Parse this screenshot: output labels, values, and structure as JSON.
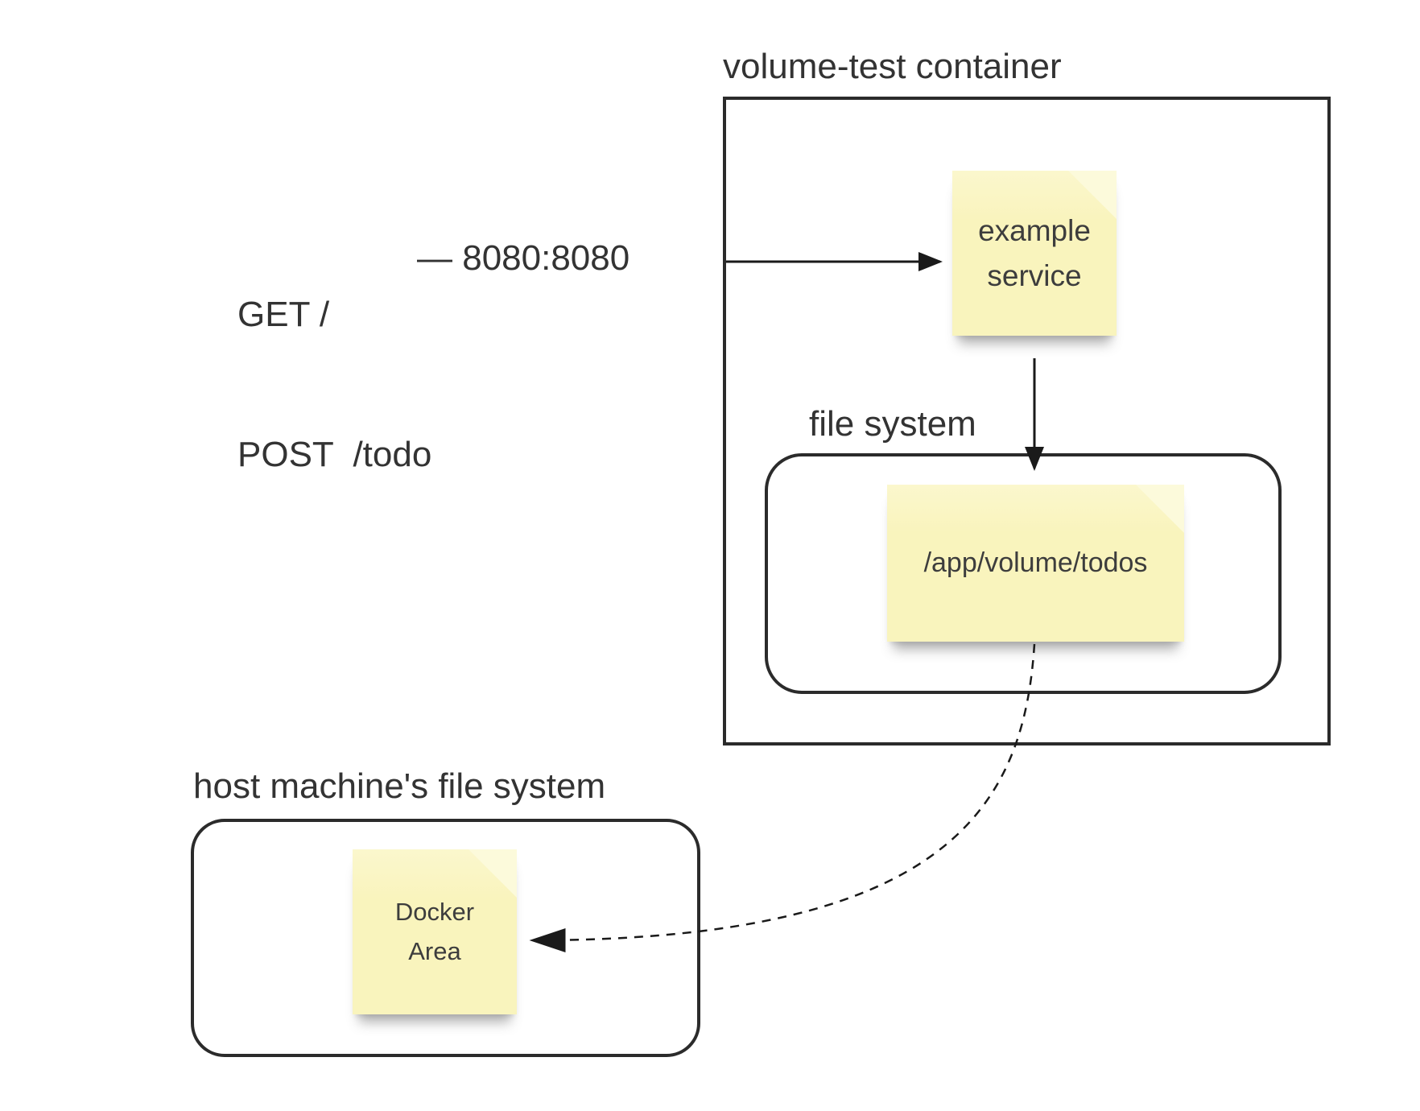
{
  "colors": {
    "background": "#ffffff",
    "note_fill": "#f9f4bd",
    "note_fold": "#fcfadb",
    "outline": "#2b2b2b",
    "text": "#383838"
  },
  "request": {
    "line1": "GET /",
    "line2": "POST  /todo"
  },
  "port_mapping": {
    "label": "— 8080:8080"
  },
  "container": {
    "title": "volume-test container",
    "service_note": "example\nservice",
    "file_system": {
      "label": "file system",
      "volume_note": "/app/volume/todos"
    }
  },
  "host": {
    "label": "host machine's file system",
    "docker_note": "Docker\nArea"
  }
}
